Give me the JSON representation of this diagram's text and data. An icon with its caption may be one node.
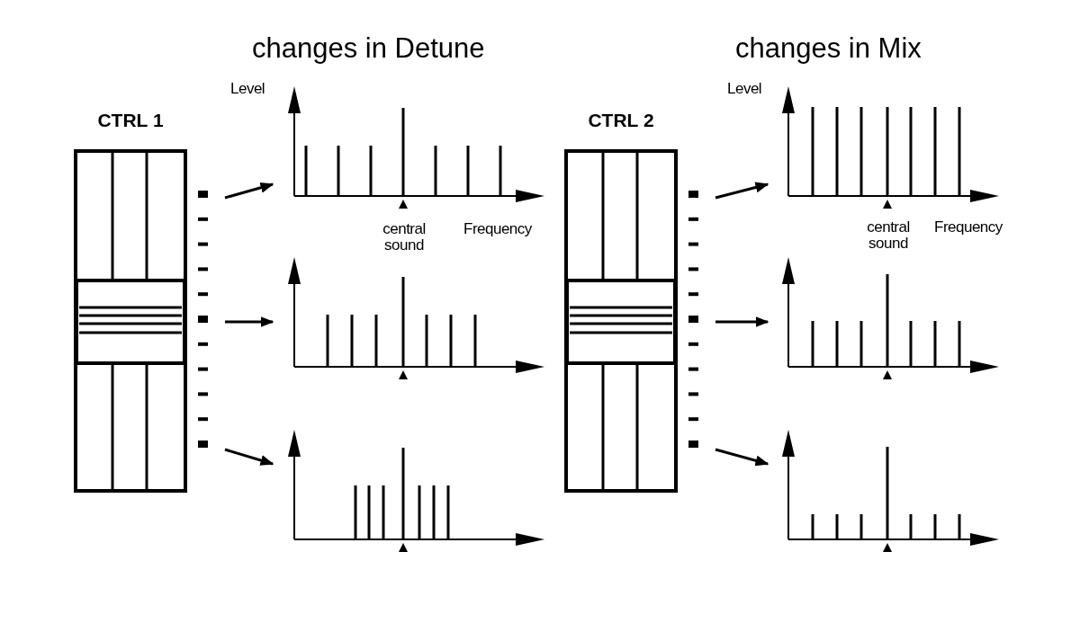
{
  "diagram": {
    "nodes": [
      {
        "text": [
          "CTRL 1"
        ]
      },
      {
        "text": [],
        "shape": "picture"
      },
      {
        "text": [],
        "shape": "picture"
      },
      {
        "text": [],
        "shape": "picture"
      },
      {
        "text": [
          "CTRL 2"
        ]
      },
      {
        "text": [],
        "shape": "picture"
      },
      {
        "text": [],
        "shape": "picture"
      },
      {
        "text": [],
        "shape": "picture"
      }
    ],
    "edges": [
      {
        "from": 0,
        "to": 1,
        "arrow": "to"
      },
      {
        "from": 0,
        "to": 2,
        "arrow": "to"
      },
      {
        "from": 0,
        "to": 3,
        "arrow": "to"
      },
      {
        "from": 4,
        "to": 5,
        "arrow": "to"
      },
      {
        "from": 4,
        "to": 6,
        "arrow": "to"
      },
      {
        "from": 4,
        "to": 7,
        "arrow": "to"
      }
    ],
    "labels": [
      "changes in Detune",
      "changes in Mix",
      "Level",
      "Level",
      "central sound",
      "Frequency",
      "central sound",
      "Frequency"
    ]
  }
}
